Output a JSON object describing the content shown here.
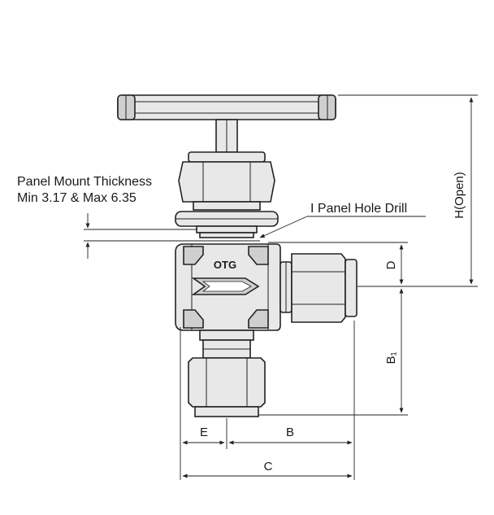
{
  "labels": {
    "panel_thickness_line1": "Panel Mount Thickness",
    "panel_thickness_line2": "Min 3.17 & Max 6.35",
    "panel_hole": "I Panel  Hole Drill",
    "brand": "OTG",
    "dim_h": "H(Open)",
    "dim_d": "D",
    "dim_b1": "B₁",
    "dim_e": "E",
    "dim_b": "B",
    "dim_c": "C"
  }
}
